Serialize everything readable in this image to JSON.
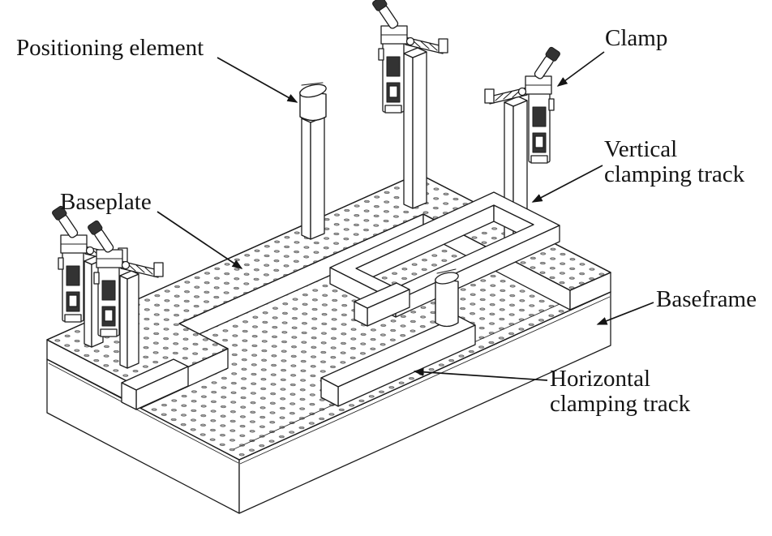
{
  "figure": {
    "background": "#ffffff",
    "ink_color": "#1a1a1a",
    "hole_fill": "#a0a0a0",
    "hole_rim": "#404040",
    "labels": {
      "positioning_element": "Positioning element",
      "clamp": "Clamp",
      "vertical_clamping_track": "Vertical\nclamping track",
      "baseplate": "Baseplate",
      "baseframe": "Baseframe",
      "horizontal_clamping_track": "Horizontal\nclamping track"
    }
  }
}
